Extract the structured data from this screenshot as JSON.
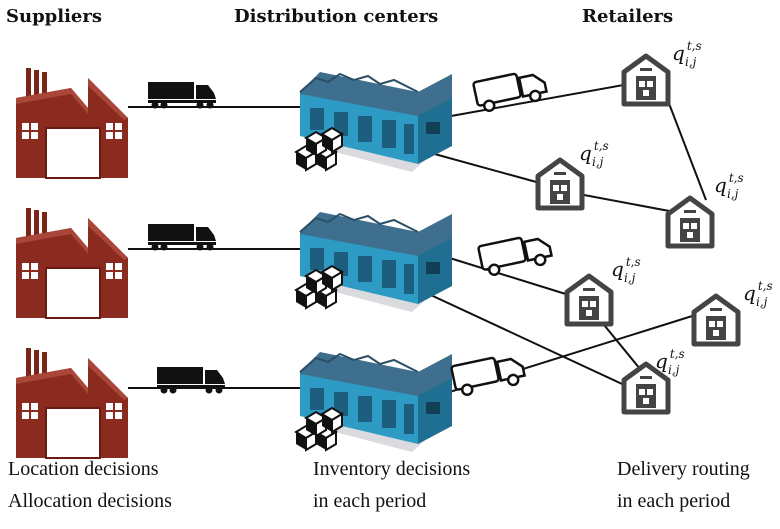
{
  "headings": {
    "suppliers": "Suppliers",
    "distribution_centers": "Distribution centers",
    "retailers": "Retailers"
  },
  "captions": {
    "suppliers_line1": "Location decisions",
    "suppliers_line2": "Allocation decisions",
    "dc_line1": "Inventory decisions",
    "dc_line2": "in each period",
    "retail_line1": "Delivery routing",
    "retail_line2": "in each period"
  },
  "retailer_label": {
    "base": "q",
    "superscript": "t,s",
    "subscript": "i,j"
  },
  "icons": {
    "supplier": "factory-icon",
    "transport_truck": "semi-truck-icon",
    "delivery_van": "delivery-van-icon",
    "distribution_center": "warehouse-building-icon",
    "inventory": "stacked-boxes-icon",
    "retailer": "retail-warehouse-icon"
  },
  "colors": {
    "factory": "#8b2a1e",
    "warehouse_roof": "#3e6f8e",
    "warehouse_wall": "#2e9bc4",
    "retailer_stroke": "#444444",
    "line": "#111111"
  }
}
